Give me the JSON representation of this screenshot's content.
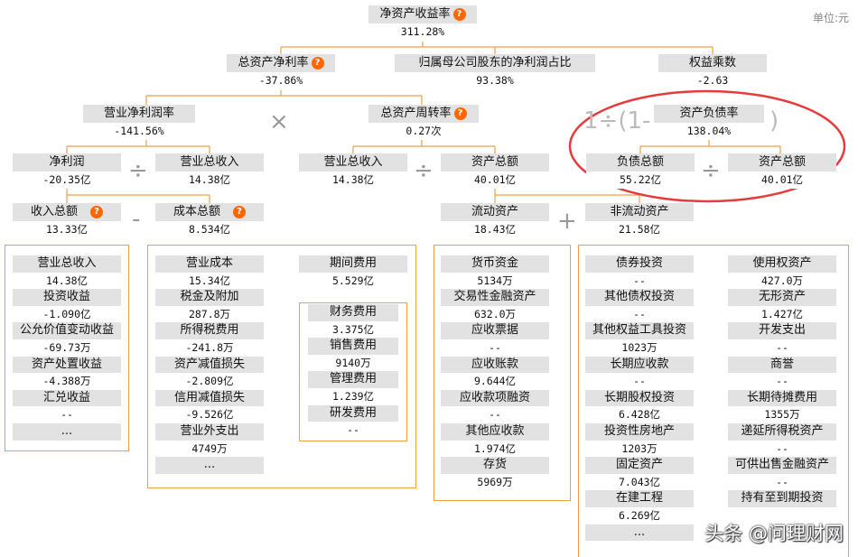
{
  "unit": "单位:元",
  "watermark": "头条 @问理财网",
  "ops": {
    "times": "×",
    "div": "÷",
    "minus": "-",
    "plus": "+",
    "one_div": "1÷(1-",
    "close_paren": ")"
  },
  "highlight_color": "#e83a3a",
  "nodes": {
    "roe": {
      "label": "净资产收益率",
      "value": "311.28%"
    },
    "roa": {
      "label": "总资产净利率",
      "value": "-37.86%"
    },
    "parent_share": {
      "label": "归属母公司股东的净利润占比",
      "value": "93.38%"
    },
    "equity_multiplier": {
      "label": "权益乘数",
      "value": "-2.63"
    },
    "net_margin": {
      "label": "营业净利润率",
      "value": "-141.56%"
    },
    "asset_turnover": {
      "label": "总资产周转率",
      "value": "0.27次"
    },
    "debt_ratio": {
      "label": "资产负债率",
      "value": "138.04%"
    },
    "net_profit": {
      "label": "净利润",
      "value": "-20.35亿"
    },
    "revenue_a": {
      "label": "营业总收入",
      "value": "14.38亿"
    },
    "revenue_b": {
      "label": "营业总收入",
      "value": "14.38亿"
    },
    "total_assets_a": {
      "label": "资产总额",
      "value": "40.01亿"
    },
    "total_liabilities": {
      "label": "负债总额",
      "value": "55.22亿"
    },
    "total_assets_b": {
      "label": "资产总额",
      "value": "40.01亿"
    },
    "total_income": {
      "label": "收入总额",
      "value": "13.33亿"
    },
    "total_cost": {
      "label": "成本总额",
      "value": "8.534亿"
    },
    "current_assets": {
      "label": "流动资产",
      "value": "18.43亿"
    },
    "noncurrent_assets": {
      "label": "非流动资产",
      "value": "21.58亿"
    }
  },
  "lists": {
    "income_items": [
      {
        "label": "营业总收入",
        "value": "14.38亿"
      },
      {
        "label": "投资收益",
        "value": "-1.090亿"
      },
      {
        "label": "公允价值变动收益",
        "value": "-69.73万"
      },
      {
        "label": "资产处置收益",
        "value": "-4.388万"
      },
      {
        "label": "汇兑收益",
        "value": "--"
      },
      {
        "label": "",
        "value": "..."
      }
    ],
    "cost_items": [
      {
        "label": "营业成本",
        "value": "15.34亿"
      },
      {
        "label": "税金及附加",
        "value": "287.8万"
      },
      {
        "label": "所得税费用",
        "value": "-241.8万"
      },
      {
        "label": "资产减值损失",
        "value": "-2.809亿"
      },
      {
        "label": "信用减值损失",
        "value": "-9.526亿"
      },
      {
        "label": "营业外支出",
        "value": "4749万"
      },
      {
        "label": "",
        "value": "..."
      }
    ],
    "period_expense": {
      "label": "期间费用",
      "value": "5.529亿"
    },
    "period_items": [
      {
        "label": "财务费用",
        "value": "3.375亿"
      },
      {
        "label": "销售费用",
        "value": "9140万"
      },
      {
        "label": "管理费用",
        "value": "1.239亿"
      },
      {
        "label": "研发费用",
        "value": "--"
      }
    ],
    "current_items": [
      {
        "label": "货币资金",
        "value": "5134万"
      },
      {
        "label": "交易性金融资产",
        "value": "632.0万"
      },
      {
        "label": "应收票据",
        "value": "--"
      },
      {
        "label": "应收账款",
        "value": "9.644亿"
      },
      {
        "label": "应收款项融资",
        "value": "--"
      },
      {
        "label": "其他应收款",
        "value": "1.974亿"
      },
      {
        "label": "存货",
        "value": "5969万"
      }
    ],
    "noncurrent_left": [
      {
        "label": "债券投资",
        "value": "--"
      },
      {
        "label": "其他债权投资",
        "value": "--"
      },
      {
        "label": "其他权益工具投资",
        "value": "1023万"
      },
      {
        "label": "长期应收款",
        "value": "--"
      },
      {
        "label": "长期股权投资",
        "value": "6.428亿"
      },
      {
        "label": "投资性房地产",
        "value": "1203万"
      },
      {
        "label": "固定资产",
        "value": "7.043亿"
      },
      {
        "label": "在建工程",
        "value": "6.269亿"
      },
      {
        "label": "",
        "value": "..."
      }
    ],
    "noncurrent_right": [
      {
        "label": "使用权资产",
        "value": "427.0万"
      },
      {
        "label": "无形资产",
        "value": "1.427亿"
      },
      {
        "label": "开发支出",
        "value": "--"
      },
      {
        "label": "商誉",
        "value": "--"
      },
      {
        "label": "长期待摊费用",
        "value": "1355万"
      },
      {
        "label": "递延所得税资产",
        "value": "--"
      },
      {
        "label": "可供出售金融资产",
        "value": "--"
      },
      {
        "label": "持有至到期投资",
        "value": ""
      }
    ]
  }
}
